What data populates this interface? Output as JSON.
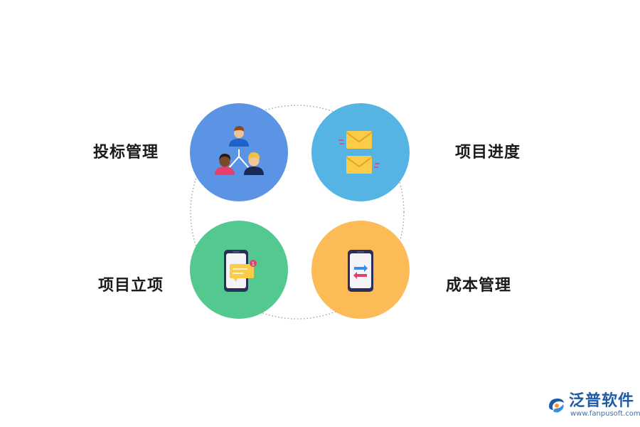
{
  "labels": {
    "top_left": "投标管理",
    "top_right": "项目进度",
    "bottom_left": "项目立项",
    "bottom_right": "成本管理"
  },
  "colors": {
    "top_left": "#5b93e5",
    "top_right": "#56b4e4",
    "bottom_left": "#54c98f",
    "bottom_right": "#fdbb58",
    "ring": "#9a9a9a"
  },
  "icons": {
    "top_left": "team-hierarchy-icon",
    "top_right": "mail-envelopes-icon",
    "bottom_left": "phone-message-icon",
    "bottom_right": "phone-transfer-icon"
  },
  "logo": {
    "title": "泛普软件",
    "url": "www.fanpusoft.com",
    "badge_text": "1"
  }
}
